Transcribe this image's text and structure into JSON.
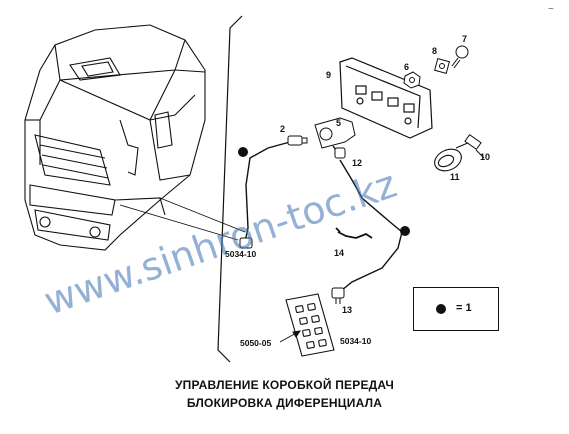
{
  "corner_mark": "~",
  "callouts": {
    "c2": "2",
    "c5": "5",
    "c6": "6",
    "c7": "7",
    "c8": "8",
    "c9": "9",
    "c10": "10",
    "c11": "11",
    "c12": "12",
    "c13": "13",
    "c14": "14"
  },
  "references": {
    "ref_left": "5034-10",
    "ref_bottom_right": "5034-10",
    "ref_bottom_left": "5050-05"
  },
  "legend": {
    "eq": "= 1"
  },
  "watermark": "www.sinhron-toc.kz",
  "caption": {
    "line1": "УПРАВЛЕНИЕ КОРОБКОЙ ПЕРЕДАЧ",
    "line2": "БЛОКИРОВКА ДИФЕРЕНЦИАЛА"
  }
}
